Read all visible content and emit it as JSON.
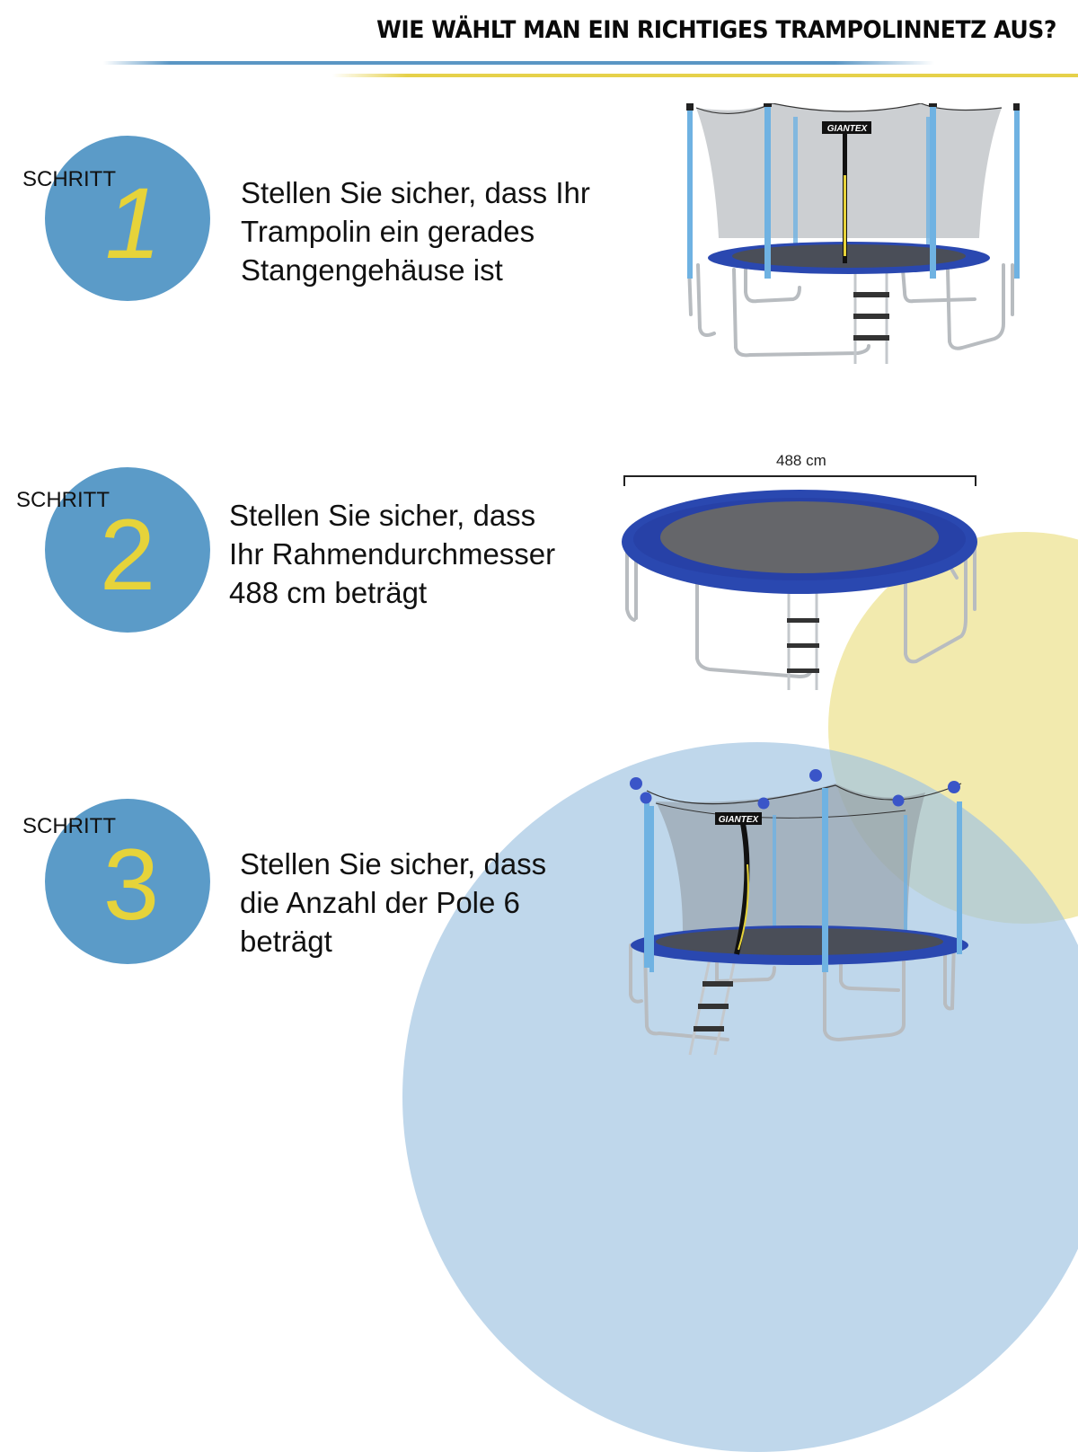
{
  "header": {
    "title": "WIE WÄHLT MAN EIN RICHTIGES TRAMPOLINNETZ AUS?",
    "accent_blue": "#5a96c4",
    "accent_yellow": "#e6d14a"
  },
  "steps": [
    {
      "label": "SCHRITT",
      "number": "1",
      "text_lines": [
        "Stellen Sie sicher, dass Ihr",
        "Trampolin ein gerades",
        "Stangengehäuse ist"
      ],
      "image": {
        "type": "trampoline-with-net-straight-poles",
        "brand_label": "GIANTEX"
      }
    },
    {
      "label": "SCHRITT",
      "number": "2",
      "text_lines": [
        "Stellen Sie sicher, dass",
        "Ihr Rahmendurchmesser",
        "488 cm beträgt"
      ],
      "image": {
        "type": "trampoline-frame-no-net",
        "dimension_label": "488 cm"
      }
    },
    {
      "label": "SCHRITT",
      "number": "3",
      "text_lines": [
        "Stellen Sie sicher, dass",
        "die Anzahl der Pole 6",
        "beträgt"
      ],
      "image": {
        "type": "trampoline-with-net-6-poles-highlighted",
        "brand_label": "GIANTEX"
      }
    }
  ],
  "colors": {
    "step_circle": "#5b9bc8",
    "step_number": "#e6d33a",
    "deco_yellow": "#f2eaae",
    "deco_blue": "#c0d8ea",
    "mat_blue": "#2a48b0",
    "pole_blue": "#6fb2e2",
    "pole_marker": "#3a55c8"
  }
}
